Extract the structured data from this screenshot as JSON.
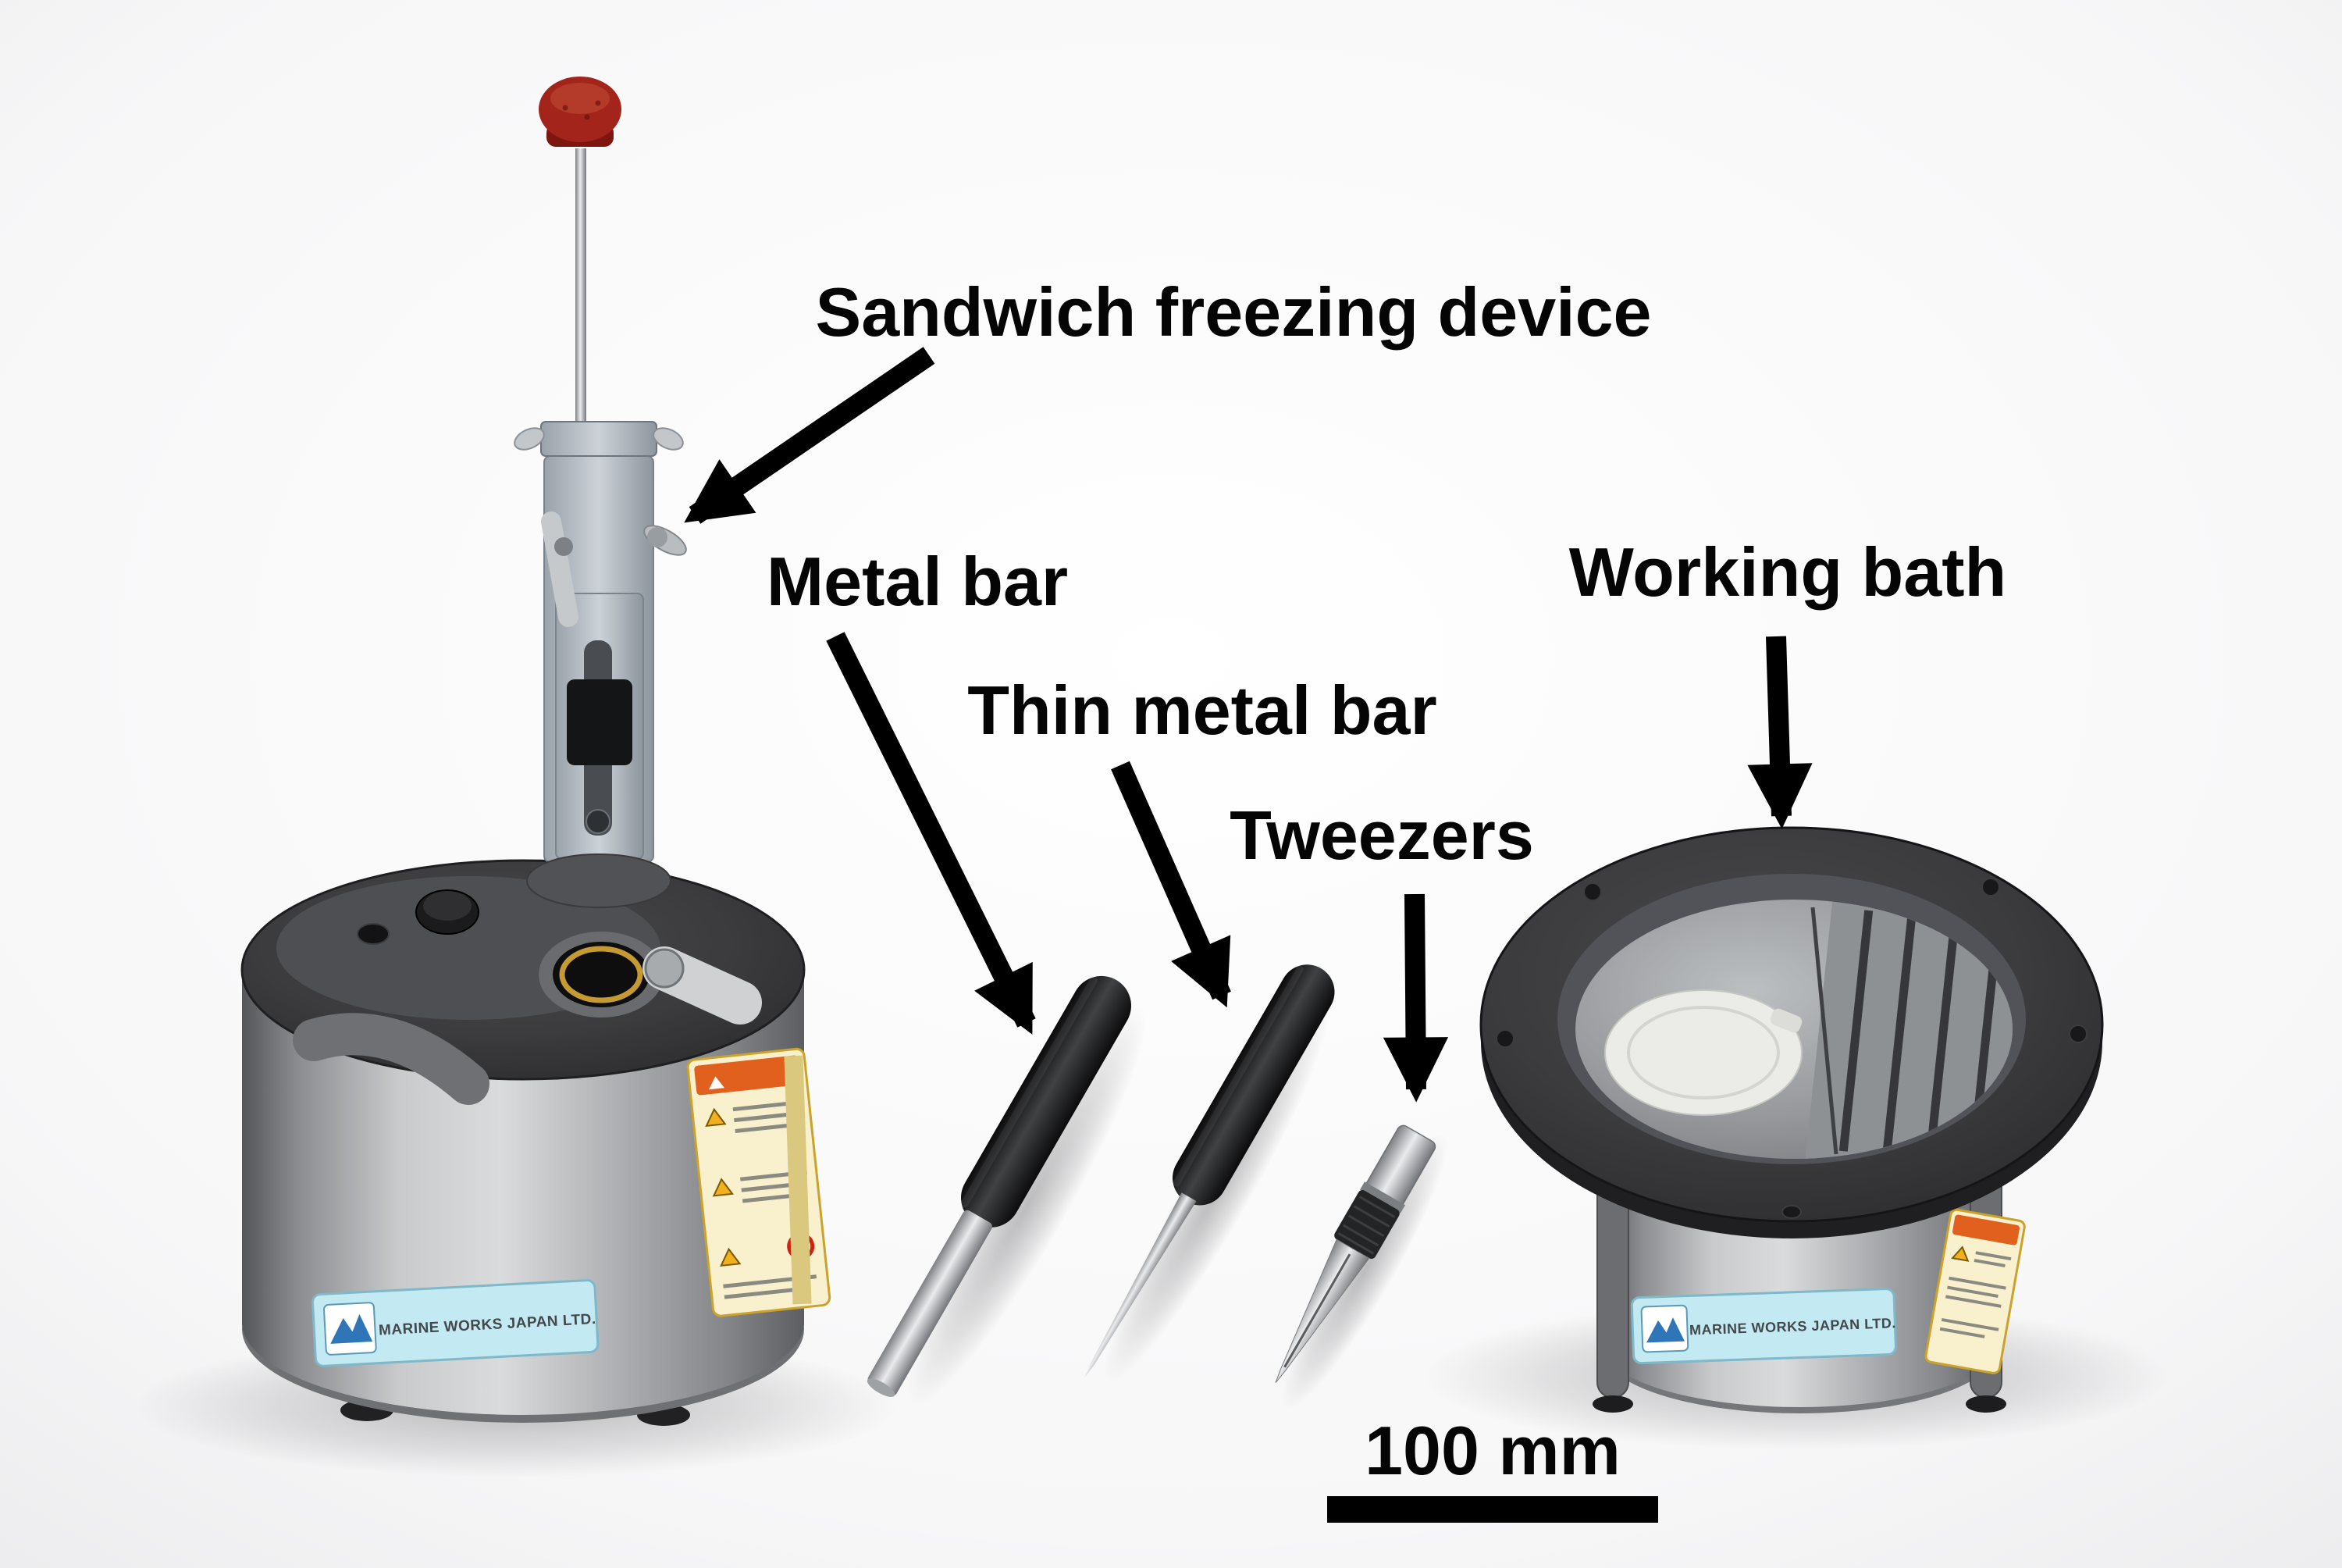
{
  "labels": {
    "sandwich_device": "Sandwich freezing device",
    "metal_bar": "Metal bar",
    "thin_metal_bar": "Thin metal bar",
    "tweezers": "Tweezers",
    "working_bath": "Working bath"
  },
  "scale_bar": {
    "label": "100 mm"
  },
  "equipment": {
    "brand": "MARINE WORKS JAPAN LTD."
  },
  "colors": {
    "background": "#f6f6f7",
    "arrow_black": "#000000",
    "annotation_text": "#050505",
    "knob_red": "#a3241a",
    "brand_label_bg": "#c3e9f2",
    "warning_label_bg": "#f9f0cd",
    "warning_header_orange": "#e2601d"
  }
}
